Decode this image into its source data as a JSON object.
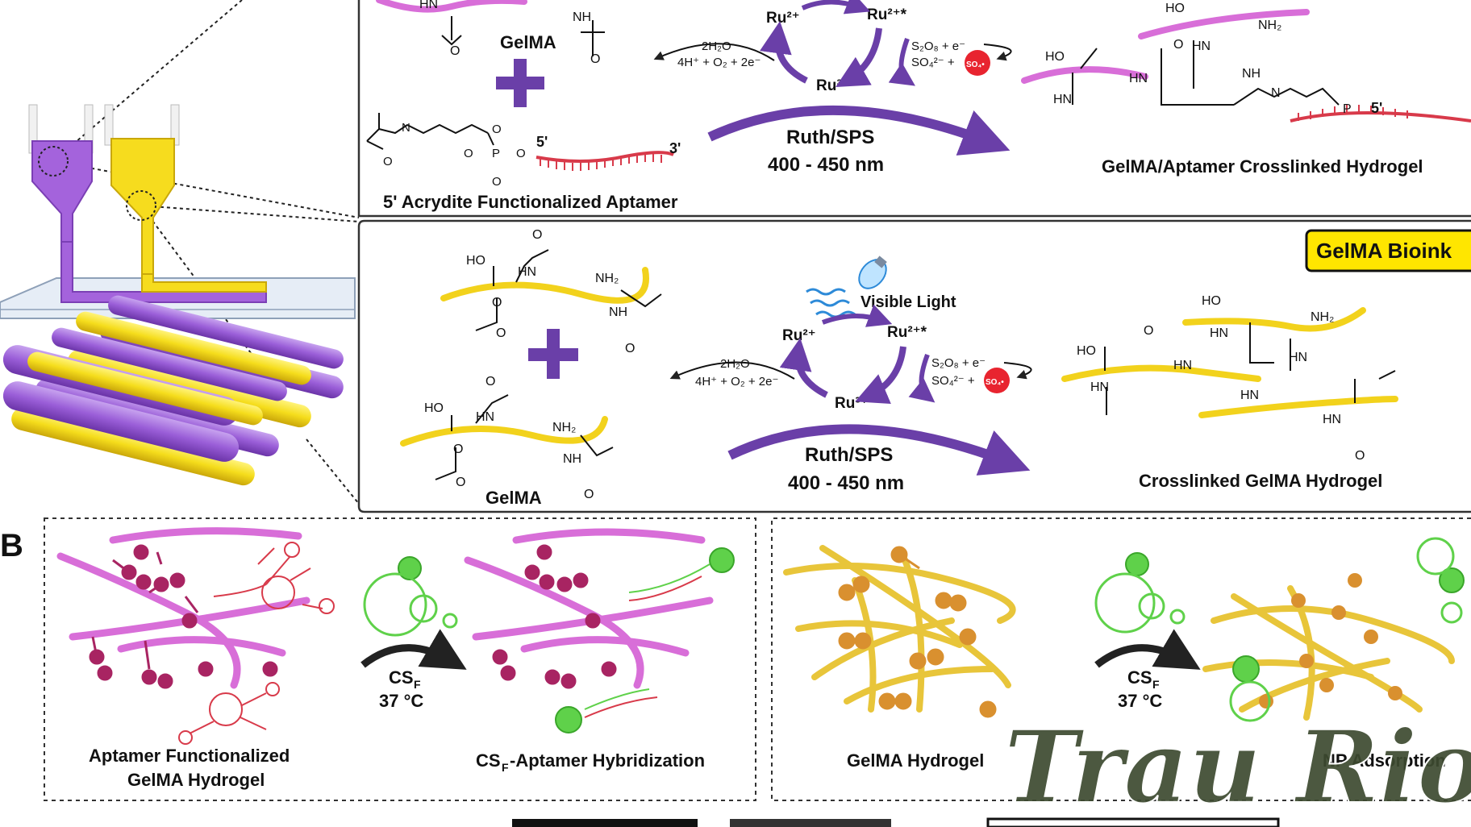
{
  "panel_a": {
    "top": {
      "gelma_label": "GelMA",
      "aptamer_label": "5' Acrydite Functionalized Aptamer",
      "five_prime": "5'",
      "three_prime": "3'",
      "catalyst": "Ruth/SPS",
      "wavelength": "400 - 450 nm",
      "product_label": "GelMA/Aptamer Crosslinked Hydrogel",
      "water_split": "2H₂O",
      "water_products": "4H⁺ + O₂ + 2e⁻",
      "ru2": "Ru²⁺",
      "ru2star": "Ru²⁺*",
      "ru3": "Ru³⁺",
      "persulfate": "S₂O₈ + e⁻",
      "sulfate": "SO₄²⁻ +",
      "radical": "SO₄•"
    },
    "bottom": {
      "badge": "GelMA Bioink",
      "gelma_label": "GelMA",
      "light_label": "Visible Light",
      "catalyst": "Ruth/SPS",
      "wavelength": "400 - 450 nm",
      "product_label": "Crosslinked GelMA Hydrogel",
      "water_split": "2H₂O",
      "water_products": "4H⁺ + O₂ + 2e⁻",
      "ru2": "Ru²⁺",
      "ru2star": "Ru²⁺*",
      "ru3": "Ru³⁺",
      "persulfate": "S₂O₈ + e⁻",
      "sulfate": "SO₄²⁻ +",
      "radical": "SO₄•"
    },
    "chem_labels": [
      "HO",
      "HN",
      "NH",
      "NH₂",
      "O",
      "N",
      "P"
    ]
  },
  "panel_b": {
    "letter": "B",
    "left_box": {
      "label_line1": "Aptamer Functionalized",
      "label_line2": "GelMA Hydrogel",
      "arrow_line1": "CS",
      "arrow_sub": "F",
      "arrow_line2": "37 °C",
      "result_label_pre": "CS",
      "result_label_sub": "F",
      "result_label_post": "-Aptamer Hybridization"
    },
    "right_box": {
      "label": "GelMA Hydrogel",
      "arrow_line1": "CS",
      "arrow_sub": "F",
      "arrow_line2": "37 °C",
      "result_label": "NP Adsorption"
    }
  },
  "watermark": "Trau Rio",
  "colors": {
    "purple": "#8a46c8",
    "magenta": "#d86ed8",
    "yellow": "#f2d21c",
    "gold": "#e8c53a",
    "arrow_purple": "#6a3fa8",
    "aptamer_red": "#d83a4a",
    "green": "#5fd14a",
    "orange": "#d9902f",
    "maroon": "#a82462",
    "radical_red": "#e8242f",
    "badge_yellow": "#ffe600",
    "watermark": "#3d4a30"
  }
}
